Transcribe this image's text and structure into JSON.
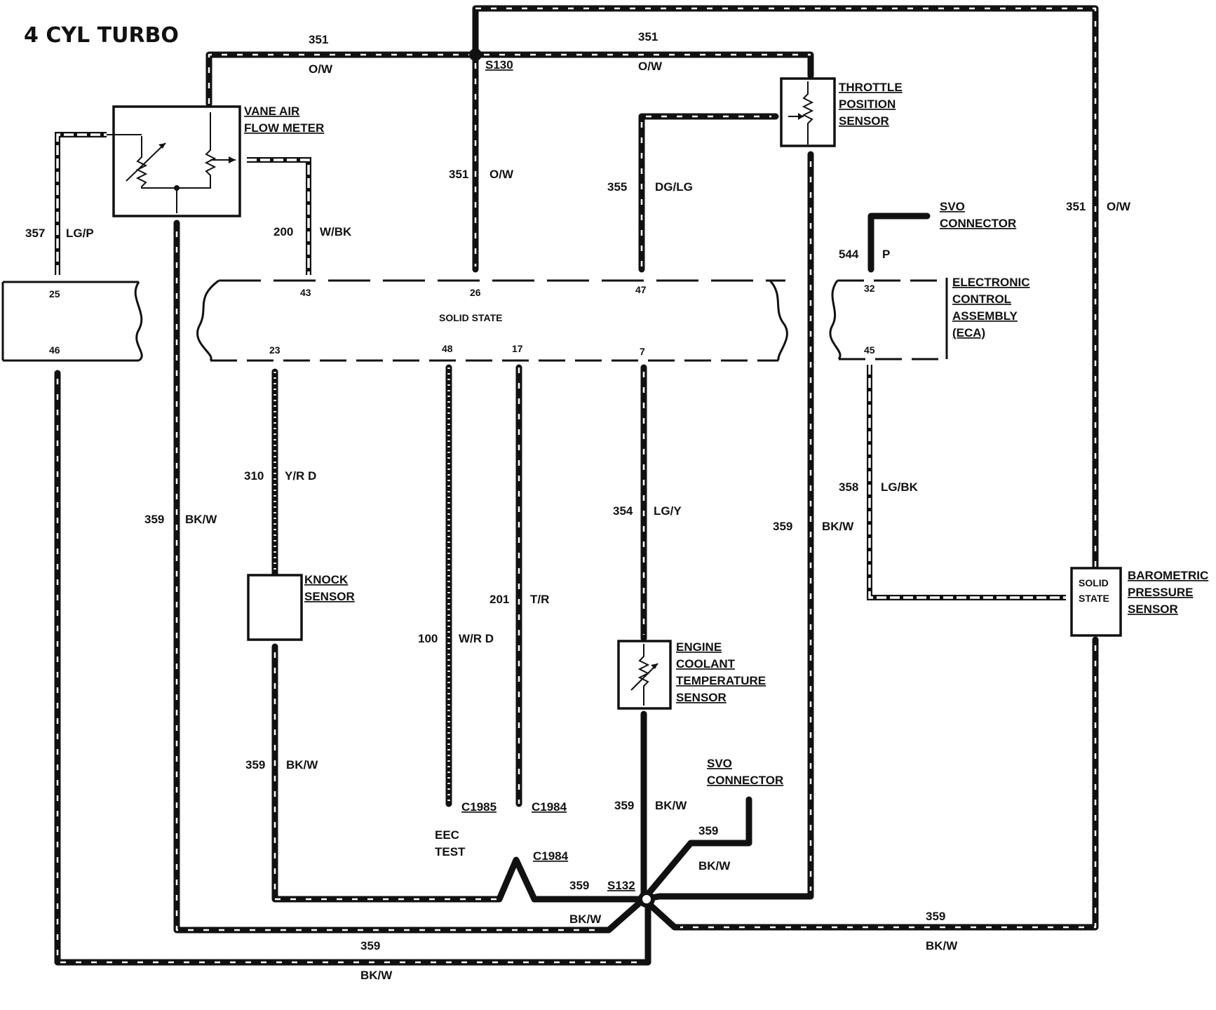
{
  "title": "4 CYL TURBO",
  "components": {
    "vane_air_flow_meter": [
      "VANE AIR",
      "FLOW METER"
    ],
    "throttle_position_sensor": [
      "THROTTLE",
      "POSITION",
      "SENSOR"
    ],
    "svo_connector_top": [
      "SVO",
      "CONNECTOR"
    ],
    "svo_connector_bottom": [
      "SVO",
      "CONNECTOR"
    ],
    "eca": [
      "ELECTRONIC",
      "CONTROL",
      "ASSEMBLY",
      "(ECA)"
    ],
    "knock_sensor": [
      "KNOCK",
      "SENSOR"
    ],
    "ect_sensor": [
      "ENGINE",
      "COOLANT",
      "TEMPERATURE",
      "SENSOR"
    ],
    "barometric_sensor": [
      "BAROMETRIC",
      "PRESSURE",
      "SENSOR"
    ],
    "baro_inner": [
      "SOLID",
      "STATE"
    ],
    "eca_center_label": "SOLID STATE",
    "eec_test": [
      "EEC",
      "TEST"
    ]
  },
  "splices": {
    "s130": "S130",
    "s132": "S132"
  },
  "connectors": {
    "c1985": "C1985",
    "c1984_a": "C1984",
    "c1984_b": "C1984"
  },
  "pins": {
    "p25": "25",
    "p46": "46",
    "p43": "43",
    "p26": "26",
    "p47": "47",
    "p23": "23",
    "p48": "48",
    "p17": "17",
    "p7": "7",
    "p32": "32",
    "p45": "45"
  },
  "wires": {
    "w351_top_left": {
      "num": "351",
      "color": "O/W"
    },
    "w351_top_right": {
      "num": "351",
      "color": "O/W"
    },
    "w351_vert": {
      "num": "351",
      "color": "O/W"
    },
    "w351_right": {
      "num": "351",
      "color": "O/W"
    },
    "w355": {
      "num": "355",
      "color": "DG/LG"
    },
    "w357": {
      "num": "357",
      "color": "LG/P"
    },
    "w200": {
      "num": "200",
      "color": "W/BK"
    },
    "w544": {
      "num": "544",
      "color": "P"
    },
    "w310": {
      "num": "310",
      "color": "Y/R D"
    },
    "w359_vaf": {
      "num": "359",
      "color": "BK/W"
    },
    "w354": {
      "num": "354",
      "color": "LG/Y"
    },
    "w359_tps": {
      "num": "359",
      "color": "BK/W"
    },
    "w358": {
      "num": "358",
      "color": "LG/BK"
    },
    "w201": {
      "num": "201",
      "color": "T/R"
    },
    "w100": {
      "num": "100",
      "color": "W/R D"
    },
    "w359_knock": {
      "num": "359",
      "color": "BK/W"
    },
    "w359_ect": {
      "num": "359",
      "color": "BK/W"
    },
    "w359_svo": {
      "num": "359",
      "color": "BK/W"
    },
    "w359_s132": {
      "num": "359"
    },
    "w359_bottom_left_color": {
      "color": "BK/W"
    },
    "w359_bottom": {
      "num": "359",
      "color": "BK/W"
    },
    "w359_bottom_right": {
      "num": "359",
      "color": "BK/W"
    }
  }
}
